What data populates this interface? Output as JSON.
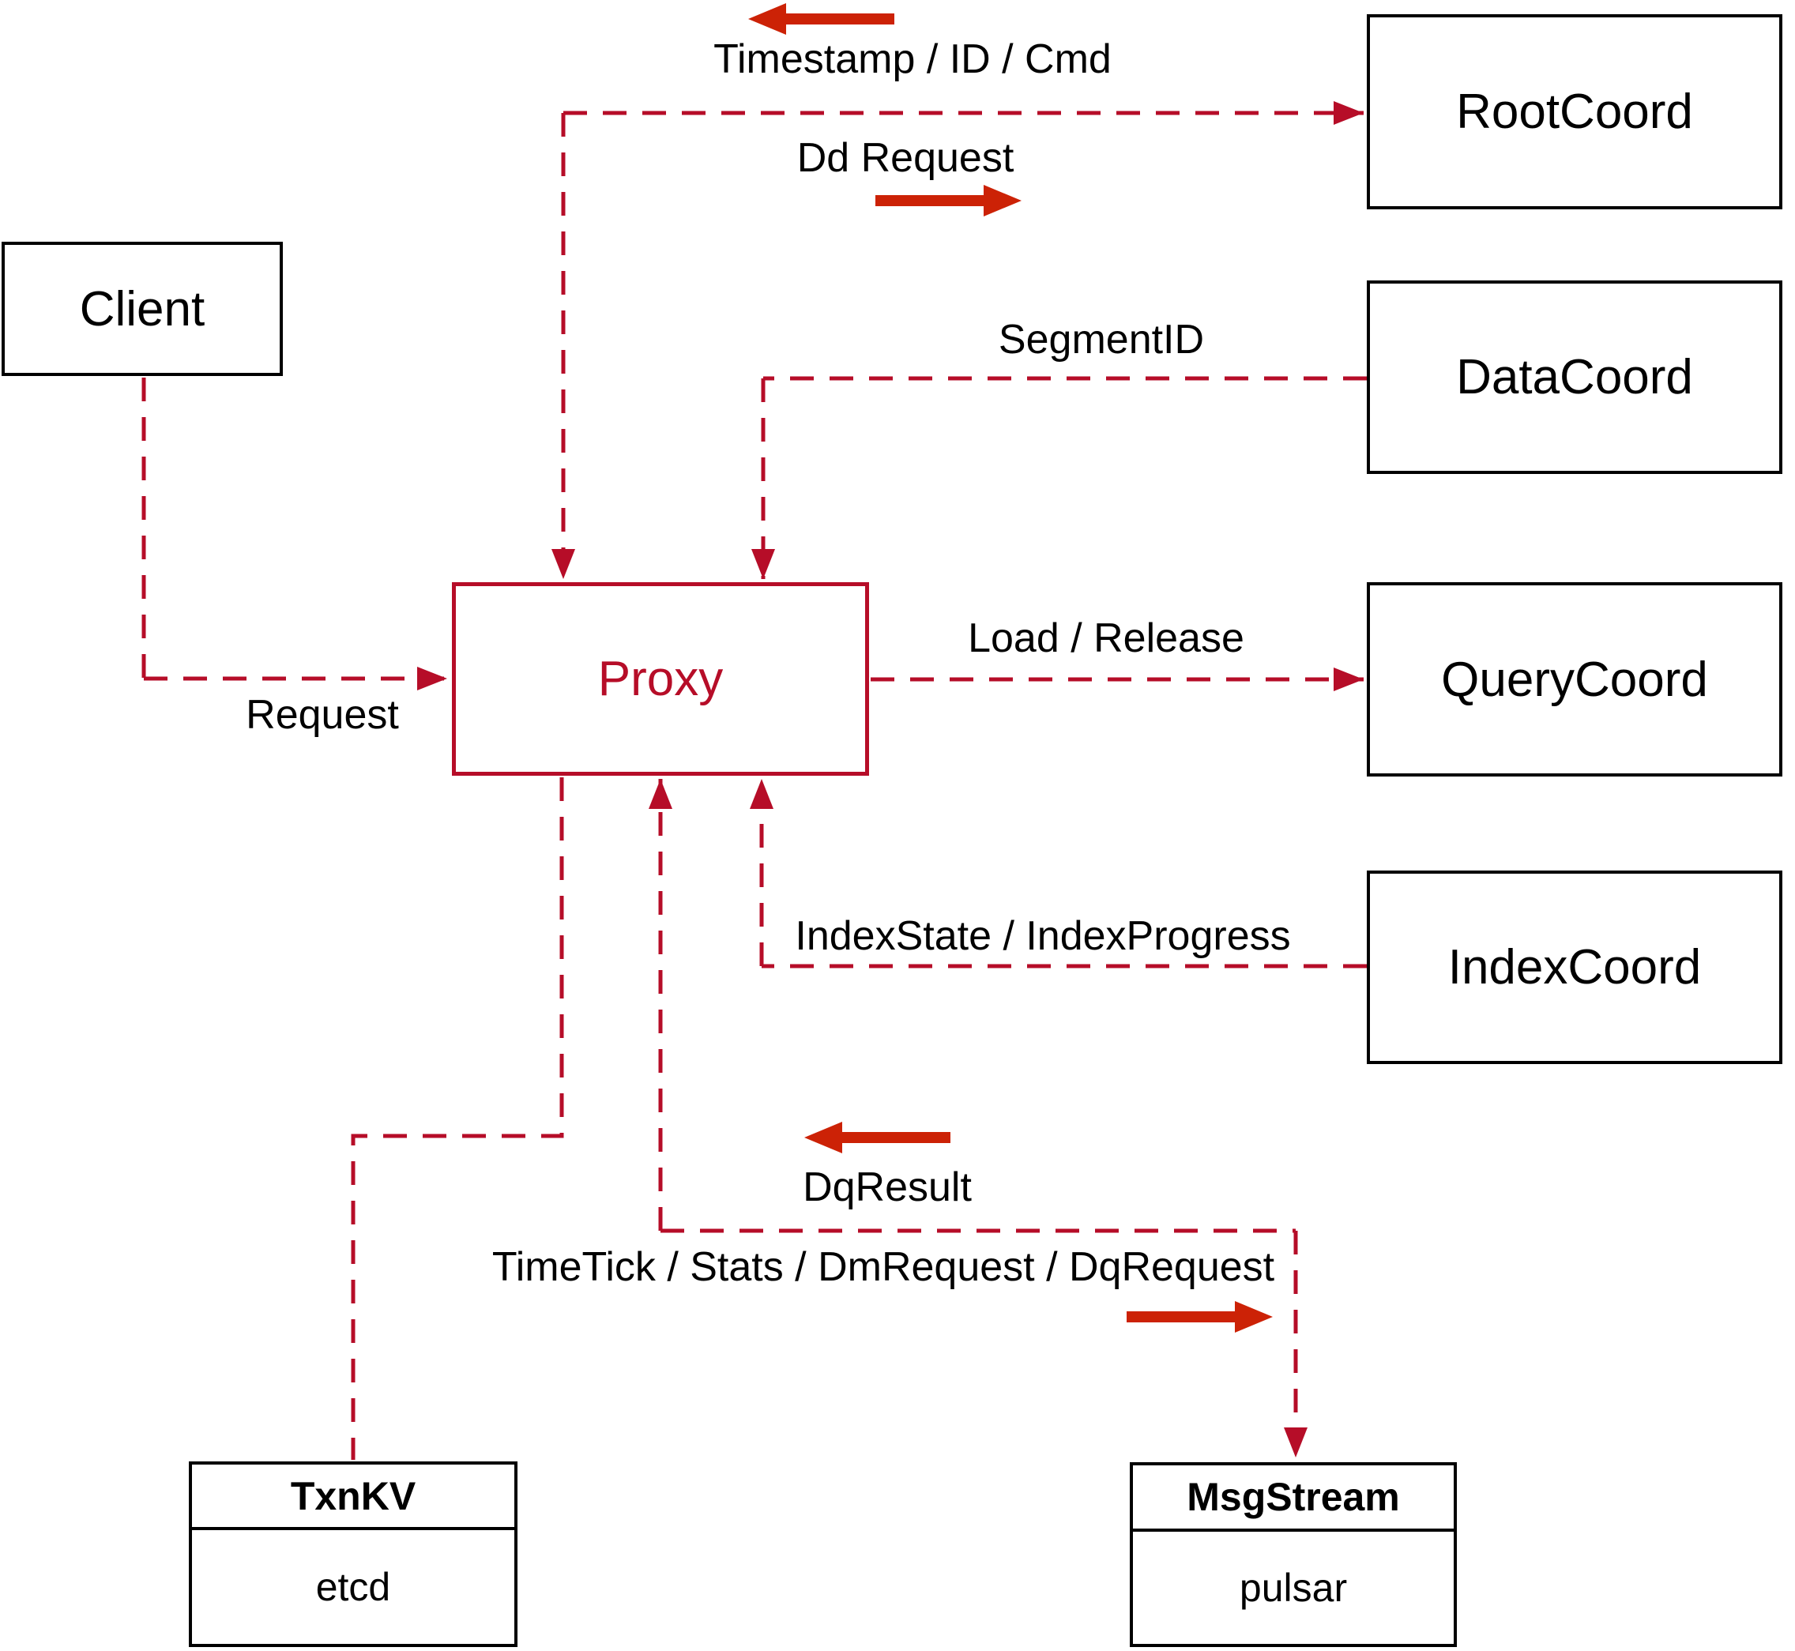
{
  "diagram": {
    "nodes": {
      "client": {
        "label": "Client"
      },
      "rootcoord": {
        "label": "RootCoord"
      },
      "datacoord": {
        "label": "DataCoord"
      },
      "querycoord": {
        "label": "QueryCoord"
      },
      "indexcoord": {
        "label": "IndexCoord"
      },
      "proxy": {
        "label": "Proxy"
      },
      "txnkv": {
        "title": "TxnKV",
        "impl": "etcd"
      },
      "msgstream": {
        "title": "MsgStream",
        "impl": "pulsar"
      }
    },
    "edges": {
      "proxy_rootcoord": {
        "label_return": "Timestamp / ID / Cmd",
        "label_send": "Dd Request"
      },
      "datacoord_proxy": {
        "label": "SegmentID"
      },
      "proxy_querycoord": {
        "label": "Load / Release"
      },
      "indexcoord_proxy": {
        "label": "IndexState / IndexProgress"
      },
      "client_proxy": {
        "label": "Request"
      },
      "proxy_msgstream": {
        "label_return": "DqResult",
        "label_send": "TimeTick / Stats / DmRequest / DqRequest"
      }
    },
    "colors": {
      "dashed_line": "#b60d28",
      "solid_arrow": "#cc2206",
      "box_border": "#000000",
      "proxy_accent": "#b60d28"
    }
  }
}
